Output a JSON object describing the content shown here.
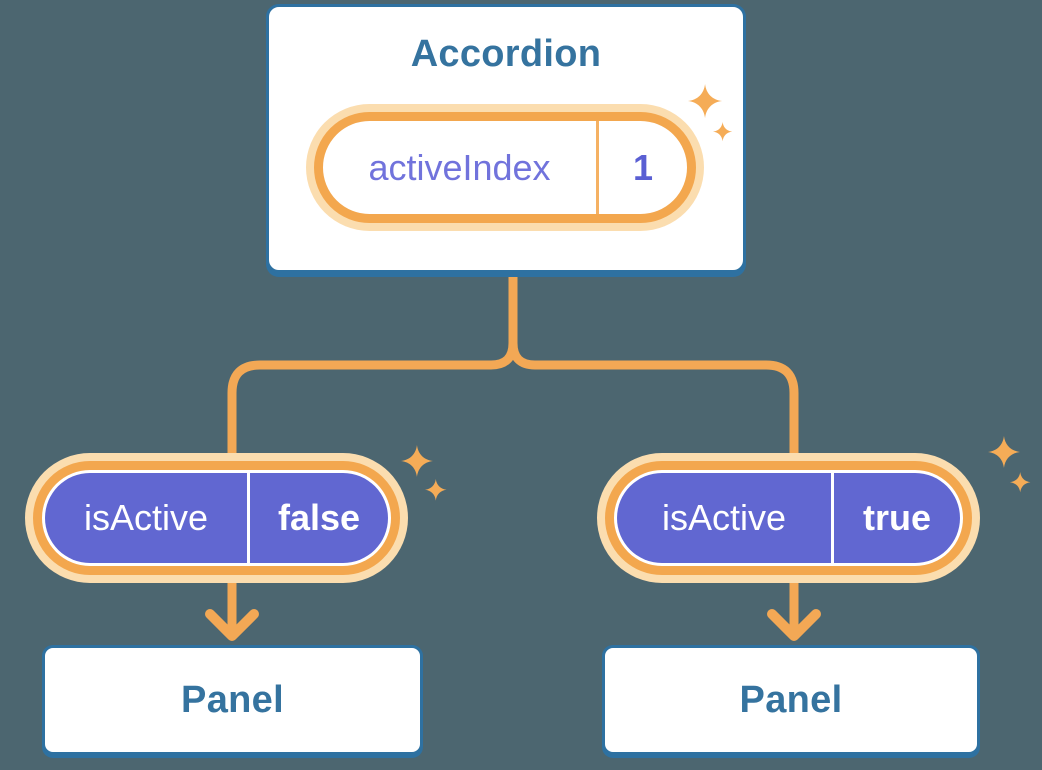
{
  "colors": {
    "background": "#4C6670",
    "card_fill": "#FFFFFF",
    "card_border_blue": "#2E71A1",
    "heading_text_blue": "#35739F",
    "connector_orange": "#F3A855",
    "pill_ring_orange": "#F3A74E",
    "pill_glow_orange": "#FBDDAF",
    "prop_pill_purple": "#6167D1",
    "state_label_purple": "#7173DC",
    "state_value_purple": "#5A5FD3",
    "prop_text_white": "#FFFFFF"
  },
  "icons": {
    "sparkle": "✦",
    "arrow_down": "↓"
  },
  "tree": {
    "root": {
      "title": "Accordion",
      "state_pill": {
        "label": "activeIndex",
        "value": "1"
      }
    },
    "children": [
      {
        "prop_pill": {
          "label": "isActive",
          "value": "false"
        },
        "panel": {
          "title": "Panel"
        }
      },
      {
        "prop_pill": {
          "label": "isActive",
          "value": "true"
        },
        "panel": {
          "title": "Panel"
        }
      }
    ]
  }
}
